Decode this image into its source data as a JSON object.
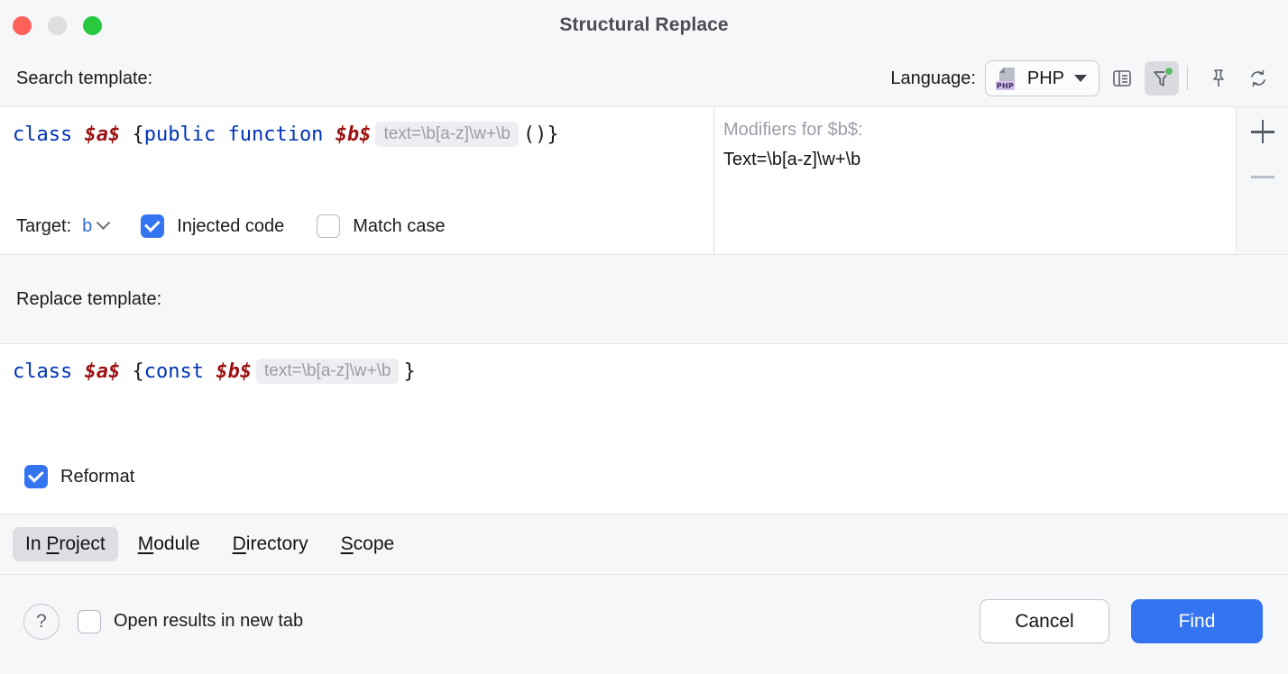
{
  "window": {
    "title": "Structural Replace",
    "traffic_lights": [
      "close",
      "minimize",
      "maximize"
    ]
  },
  "search_section": {
    "label": "Search template:",
    "language_label": "Language:",
    "language_value": "PHP",
    "language_badge": "PHP",
    "toolbar_icons": [
      "history-icon",
      "filter-icon",
      "pin-icon",
      "refresh-icon"
    ],
    "code": {
      "t1": "class ",
      "v1": "$a$",
      "t2": " {",
      "k1": "public",
      "t3": " ",
      "k2": "function",
      "t4": " ",
      "v2": "$b$",
      "filter": "text=\\b[a-z]\\w+\\b",
      "t5": "()}"
    },
    "target_label": "Target:",
    "target_value": "b",
    "injected_code_label": "Injected code",
    "injected_code_checked": true,
    "match_case_label": "Match case",
    "match_case_checked": false
  },
  "modifiers_panel": {
    "title": "Modifiers for $b$:",
    "items": [
      "Text=\\b[a-z]\\w+\\b"
    ],
    "add_label": "+",
    "remove_label": "−"
  },
  "replace_section": {
    "label": "Replace template:",
    "code": {
      "t1": "class ",
      "v1": "$a$",
      "t2": " {",
      "k1": "const",
      "t3": " ",
      "v2": "$b$",
      "filter": "text=\\b[a-z]\\w+\\b",
      "t4": "}"
    },
    "reformat_label": "Reformat",
    "reformat_checked": true
  },
  "scope": {
    "tabs": [
      {
        "pre": "In ",
        "mnemonic": "P",
        "post": "roject",
        "selected": true
      },
      {
        "pre": "",
        "mnemonic": "M",
        "post": "odule",
        "selected": false
      },
      {
        "pre": "",
        "mnemonic": "D",
        "post": "irectory",
        "selected": false
      },
      {
        "pre": "",
        "mnemonic": "S",
        "post": "cope",
        "selected": false
      }
    ]
  },
  "footer": {
    "help_label": "?",
    "open_results_label": "Open results in new tab",
    "open_results_checked": false,
    "cancel_label": "Cancel",
    "find_label": "Find"
  },
  "colors": {
    "accent": "#3574f0",
    "keyword": "#0033b3",
    "variable": "#9c1212",
    "badge_green": "#5fb865"
  }
}
